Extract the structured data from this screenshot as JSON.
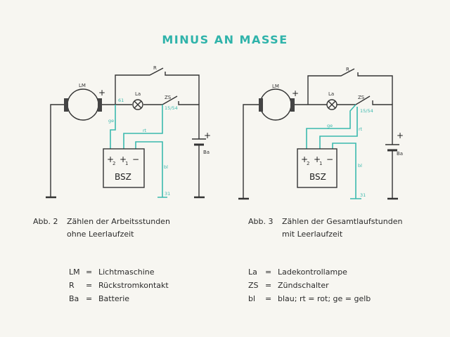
{
  "title": "MINUS AN MASSE",
  "diagrams": [
    {
      "labels": {
        "R": "R",
        "LM": "LM",
        "plus_lm": "+",
        "La": "La",
        "ZS": "ZS",
        "t61": "61",
        "t1554": "15/54",
        "ge": "ge",
        "rt": "rt",
        "bl": "bl",
        "t31": "31",
        "plus_ba": "+",
        "Ba": "Ba",
        "bsz": "BSZ",
        "p2": "+",
        "s2": "2",
        "p1": "+",
        "s1": "1",
        "minus": "−"
      },
      "caption": {
        "number": "Abb. 2",
        "line1": "Zählen der Arbeitsstunden",
        "line2": "ohne Leerlaufzeit"
      }
    },
    {
      "labels": {
        "R": "R",
        "LM": "LM",
        "plus_lm": "+",
        "La": "La",
        "ZS": "ZS",
        "t1554": "15/54",
        "ge": "ge",
        "rt": "rt",
        "bl": "bl",
        "t31": "31",
        "plus_ba": "+",
        "Ba": "Ba",
        "bsz": "BSZ",
        "p2": "+",
        "s2": "2",
        "p1": "+",
        "s1": "1",
        "minus": "−"
      },
      "caption": {
        "number": "Abb. 3",
        "line1": "Zählen der Gesamtlaufstunden",
        "line2": "mit Leerlaufzeit"
      }
    }
  ],
  "legend": [
    {
      "abbr": "LM",
      "eq": "=",
      "meaning": "Lichtmaschine"
    },
    {
      "abbr": "R",
      "eq": "=",
      "meaning": "Rückstromkontakt"
    },
    {
      "abbr": "Ba",
      "eq": "=",
      "meaning": "Batterie"
    },
    {
      "abbr": "La",
      "eq": "=",
      "meaning": "Ladekontrollampe"
    },
    {
      "abbr": "ZS",
      "eq": "=",
      "meaning": "Zündschalter"
    },
    {
      "abbr": "bl",
      "eq": "=",
      "meaning": "blau;   rt = rot;   ge = gelb"
    }
  ]
}
